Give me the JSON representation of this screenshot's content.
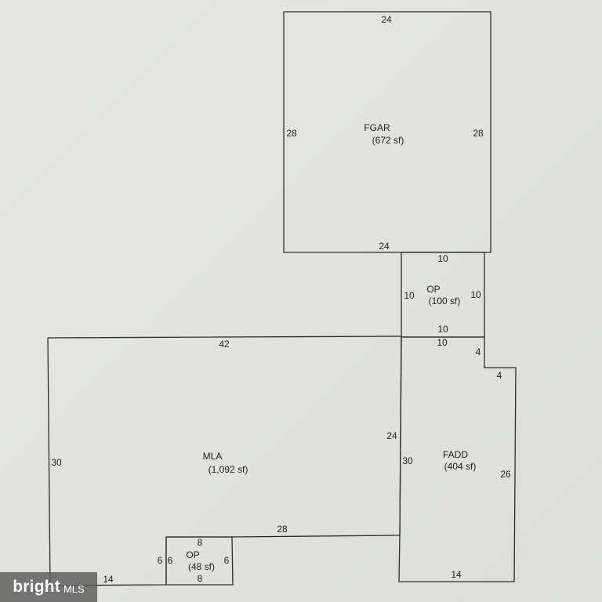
{
  "rooms": [
    {
      "id": "fgar",
      "name": "FGAR",
      "area": "(672 sf)",
      "dimensions": {
        "top": "24",
        "bottom": "24",
        "left": "28",
        "right": "28"
      }
    },
    {
      "id": "op-top",
      "name": "OP",
      "area": "(100 sf)",
      "dimensions": {
        "top": "10",
        "bottom": "10",
        "left": "10",
        "right": "10"
      }
    },
    {
      "id": "mla",
      "name": "MLA",
      "area": "(1,092 sf)",
      "dimensions": {
        "top": "42",
        "left": "30",
        "right": "24",
        "inner_top": "28",
        "bottom": "14"
      }
    },
    {
      "id": "fadd",
      "name": "FADD",
      "area": "(404 sf)",
      "dimensions": {
        "top": "10",
        "notch_vertical": "4",
        "notch_horizontal": "4",
        "left": "30",
        "right": "26",
        "bottom": "14"
      }
    },
    {
      "id": "op-bottom",
      "name": "OP",
      "area": "(48 sf)",
      "dimensions": {
        "top": "8",
        "bottom": "8",
        "left_outer": "6",
        "left_inner": "6",
        "right": "6"
      }
    }
  ],
  "watermark": {
    "brand": "bright",
    "suffix": "MLS"
  }
}
